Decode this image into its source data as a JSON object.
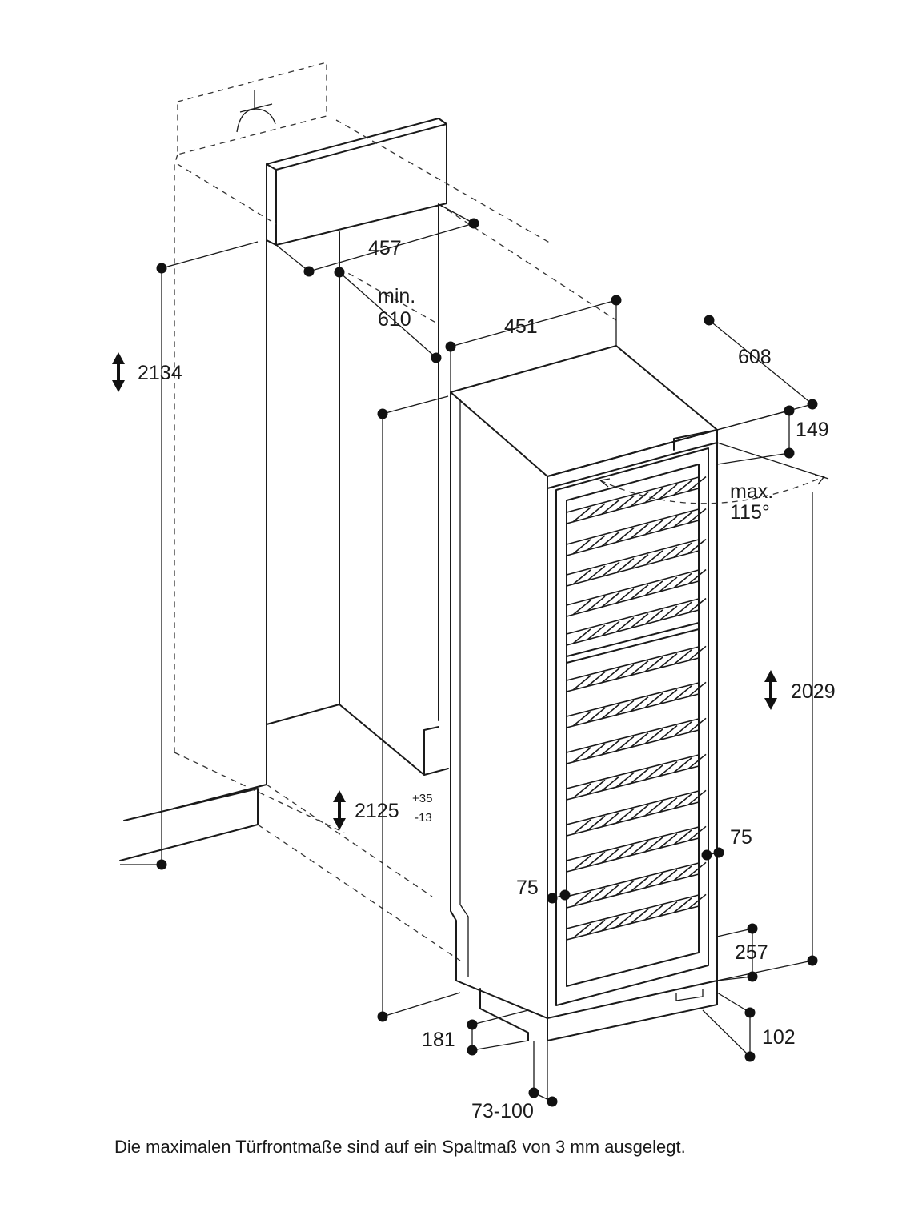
{
  "dimensions": {
    "niche_height": "2134",
    "niche_width": "457",
    "niche_depth": "min.\n610",
    "appliance_width": "451",
    "appliance_depth": "608",
    "door_offset": "149",
    "door_angle": "max.\n115°",
    "door_height": "2029",
    "installed_height": "2125",
    "installed_height_tol_plus": "+35",
    "installed_height_tol_minus": "-13",
    "side_gap_right": "75",
    "side_gap_left": "75",
    "plinth_right": "257",
    "foot_depth": "102",
    "plinth_left": "181",
    "plinth_range": "73-100"
  },
  "caption": "Die maximalen Türfrontmaße sind auf ein Spaltmaß von 3 mm ausgelegt."
}
